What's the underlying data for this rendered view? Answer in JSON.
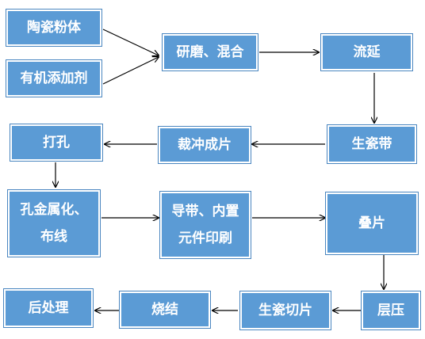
{
  "nodes": {
    "ceramic_powder": "陶瓷粉体",
    "organic_additive": "有机添加剂",
    "grind_mix": "研磨、混合",
    "casting": "流延",
    "green_tape": "生瓷带",
    "cut_punch": "裁冲成片",
    "punch_hole": "打孔",
    "hole_metal": "孔金属化、\n布线",
    "conductor_print": "导带、内置\n元件印刷",
    "stack": "叠片",
    "laminate": "层压",
    "green_cut": "生瓷切片",
    "sinter": "烧结",
    "post_process": "后处理"
  },
  "colors": {
    "box_fill": "#5b9bd5",
    "box_text": "#ffffff",
    "arrow": "#000000"
  }
}
